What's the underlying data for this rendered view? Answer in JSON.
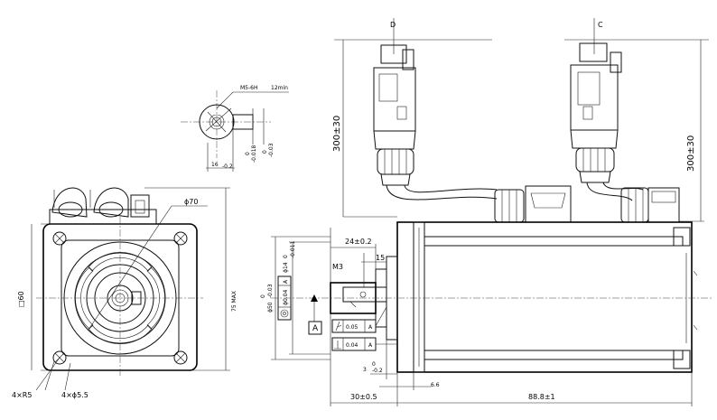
{
  "labels": {
    "connector_d": "D",
    "connector_c": "C",
    "cable_len_left": "300±30",
    "cable_len_right": "300±30",
    "thread_spec": "M5-6H",
    "thread_depth": "12min",
    "key_width": "16",
    "key_width_tol": "-0.2",
    "shaft_tol_upper": "0",
    "shaft_tol_lower": "-0.018",
    "keyway_tol_upper": "0",
    "keyway_tol_lower": "-0.03",
    "pcd": "ϕ70",
    "square": "□60",
    "max_height": "75 MAX",
    "corner_radius": "4×R5",
    "holes": "4×ϕ5.5",
    "shaft_len": "24±0.2",
    "key_len": "15",
    "shaft_dia": "ϕ14",
    "shaft_dia_tol_upper": "0",
    "shaft_dia_tol_lower": "-0.011",
    "pilot_dia": "ϕ50",
    "pilot_dia_tol_upper": "0",
    "pilot_dia_tol_lower": "-0.03",
    "m3": "M3",
    "concentric_tol": "ϕ0.04",
    "datum": "A",
    "runout_tol": "0.05",
    "perp_tol": "0.04",
    "flange_thk": "3",
    "flange_thk_tol_upper": "0",
    "flange_thk_tol_lower": "-0.2",
    "flange_width": "6.6",
    "front_len": "30±0.5",
    "body_len": "88.8±1"
  }
}
